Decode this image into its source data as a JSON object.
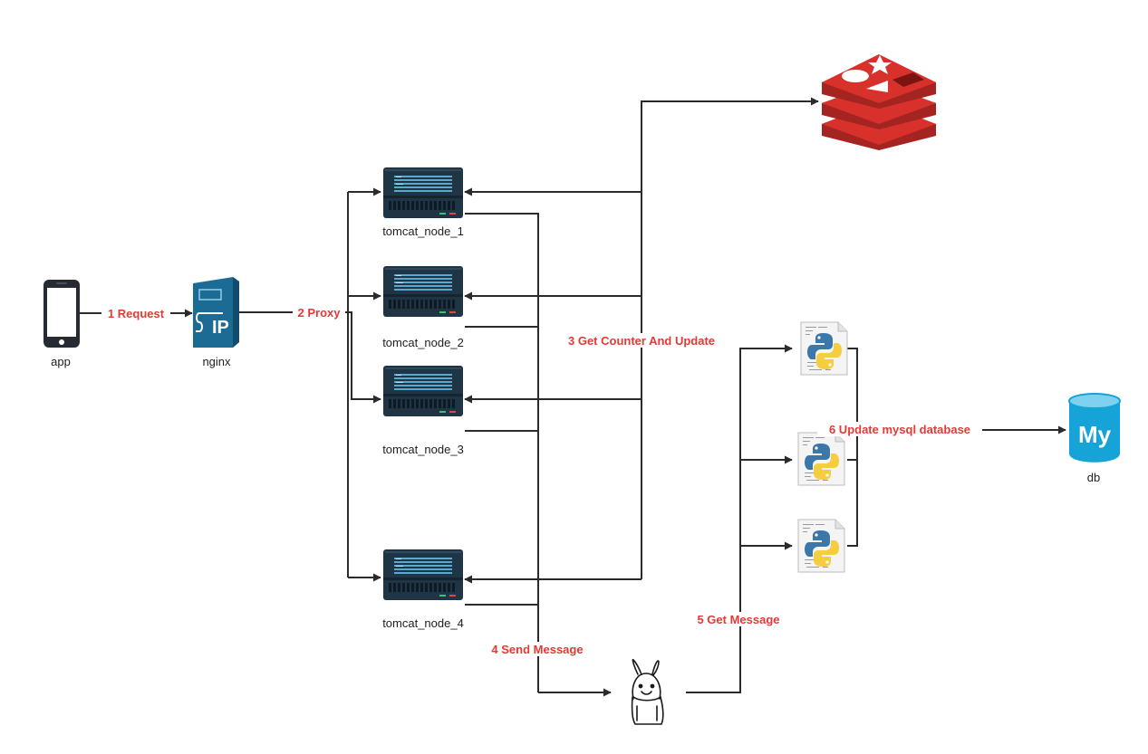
{
  "nodes": {
    "app": "app",
    "nginx": "nginx",
    "tomcat_1": "tomcat_node_1",
    "tomcat_2": "tomcat_node_2",
    "tomcat_3": "tomcat_node_3",
    "tomcat_4": "tomcat_node_4",
    "db": "db",
    "nginx_icon_text": "IP",
    "mysql_icon_text": "My"
  },
  "edges": {
    "request": "1 Request",
    "proxy": "2 Proxy",
    "counter": "3 Get Counter And Update",
    "send": "4 Send Message",
    "get": "5 Get Message",
    "update": "6 Update mysql database"
  },
  "icons": {
    "phone": "smartphone-icon",
    "nginx": "nginx-server-icon",
    "server": "server-rack-icon",
    "redis": "redis-icon",
    "python": "python-script-icon",
    "mysql": "mysql-database-icon",
    "rabbit": "rabbit-mascot-icon"
  },
  "colors": {
    "label_red": "#e53935",
    "wire": "#2b2b2b",
    "server_body": "#1f3444",
    "server_stripe": "#5aa9cf",
    "nginx_blue": "#1c6b95",
    "redis_red": "#d8302b",
    "mysql_blue": "#16a3d8"
  }
}
